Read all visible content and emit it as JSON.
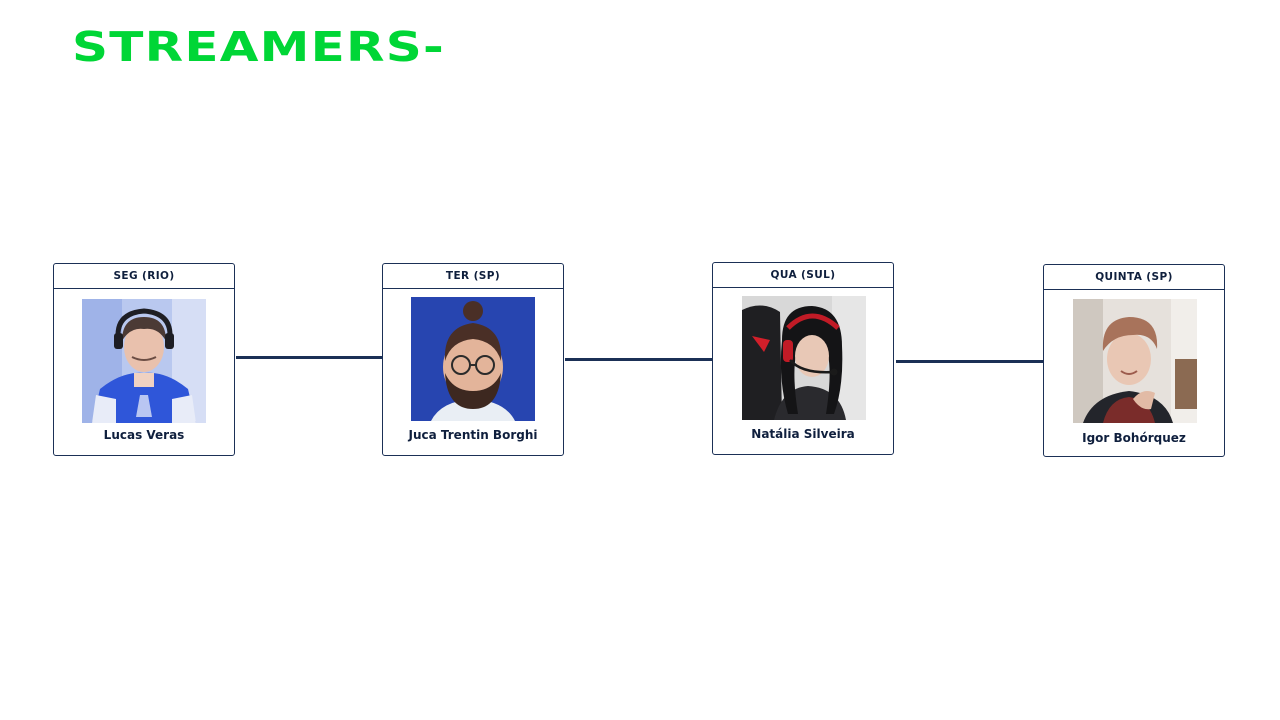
{
  "title": "STREAMERS-",
  "colors": {
    "title": "#00d636",
    "accent_navy": "#1b3056",
    "text_navy": "#0f1f3d"
  },
  "streamers": [
    {
      "day": "SEG (RIO)",
      "name": "Lucas Veras",
      "photo": "photo-lucas-veras"
    },
    {
      "day": "TER (SP)",
      "name": "Juca Trentin Borghi",
      "photo": "photo-juca-trentin-borghi"
    },
    {
      "day": "QUA (SUL)",
      "name": "Natália Silveira",
      "photo": "photo-natalia-silveira"
    },
    {
      "day": "QUINTA (SP)",
      "name": "Igor Bohórquez",
      "photo": "photo-igor-bohorquez"
    }
  ]
}
